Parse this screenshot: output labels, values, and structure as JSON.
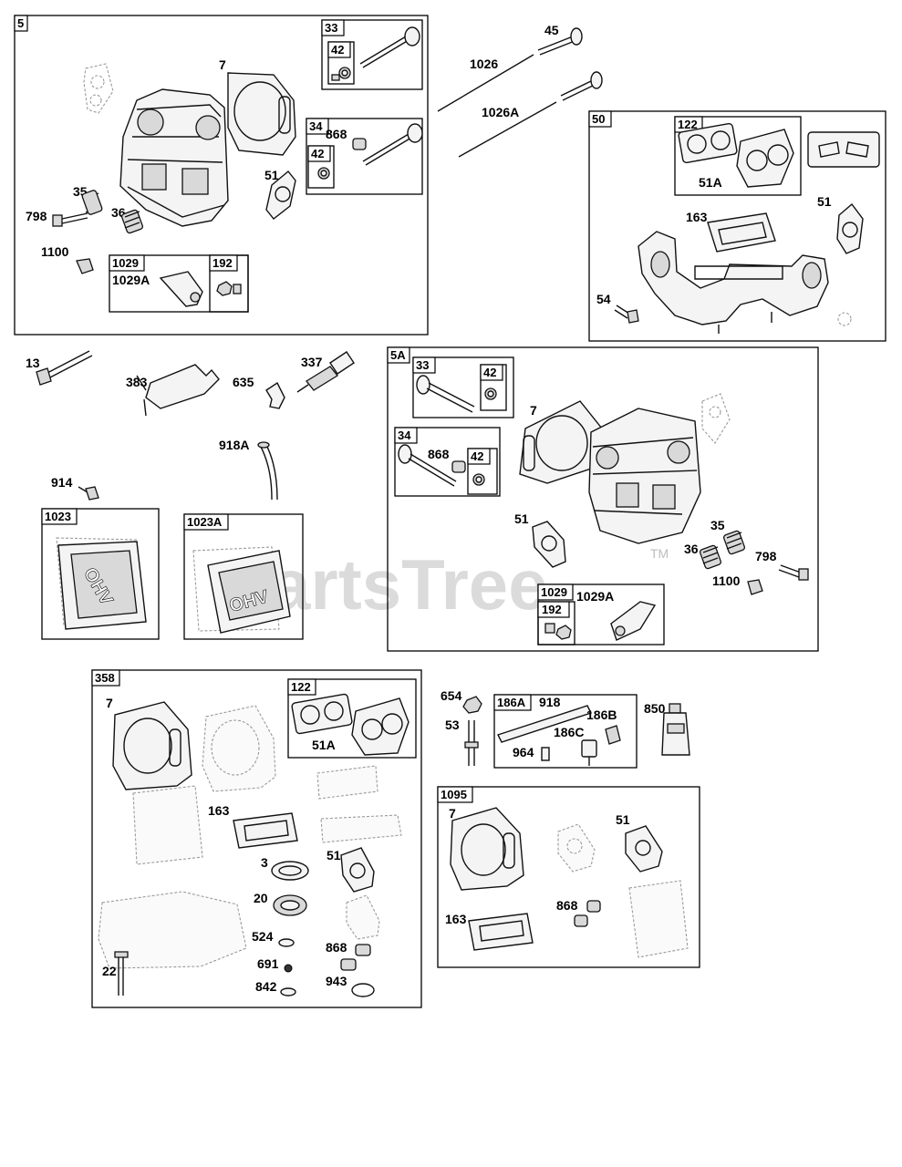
{
  "watermark": {
    "text": "PartsTree",
    "tm": "TM"
  },
  "groups": {
    "g5": "5",
    "g33a": "33",
    "g42a": "42",
    "g34a": "34",
    "g42b": "42",
    "g1029a": "1029",
    "g192a": "192",
    "g50": "50",
    "g122a": "122",
    "g5A": "5A",
    "g33b": "33",
    "g42c": "42",
    "g34b": "34",
    "g42d": "42",
    "g1029b": "1029",
    "g192b": "192",
    "g1023": "1023",
    "g1023A": "1023A",
    "g358": "358",
    "g122b": "122",
    "g186A": "186A",
    "g1095": "1095"
  },
  "labels": {
    "l7a": "7",
    "l868a": "868",
    "l51a": "51",
    "l35a": "35",
    "l798a": "798",
    "l36a": "36",
    "l1100a": "1100",
    "l1029Aa": "1029A",
    "l45": "45",
    "l1026": "1026",
    "l1026A": "1026A",
    "l51Aa": "51A",
    "l163a": "163",
    "l51b": "51",
    "l54": "54",
    "l13": "13",
    "l383": "383",
    "l635": "635",
    "l337": "337",
    "l918A": "918A",
    "l914": "914",
    "l868b": "868",
    "l7b": "7",
    "l51c": "51",
    "l35b": "35",
    "l36b": "36",
    "l798b": "798",
    "l1100b": "1100",
    "l1029Ab": "1029A",
    "l7c": "7",
    "l51Ab": "51A",
    "l163b": "163",
    "l3": "3",
    "l51d": "51",
    "l20": "20",
    "l524": "524",
    "l868c": "868",
    "l691": "691",
    "l22": "22",
    "l842": "842",
    "l943": "943",
    "l654": "654",
    "l53": "53",
    "l918": "918",
    "l186B": "186B",
    "l186C": "186C",
    "l964": "964",
    "l850": "850",
    "l7d": "7",
    "l51e": "51",
    "l163c": "163",
    "l868d": "868"
  },
  "colors": {
    "line": "#111111",
    "ghost": "#9a9a9a",
    "watermark": "#cfcfcf"
  }
}
